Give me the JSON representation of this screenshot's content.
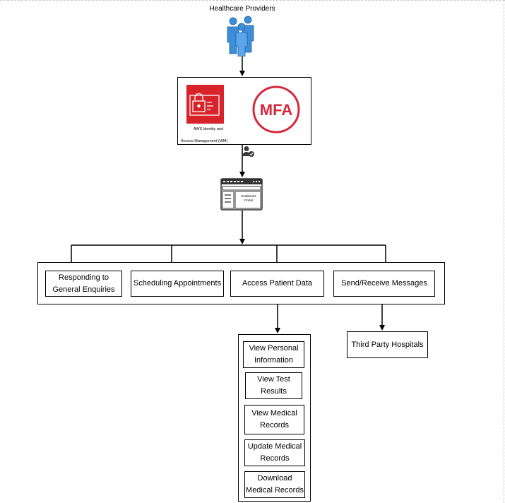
{
  "title": "Healthcare Providers",
  "iam": {
    "caption_line1": "AWS Identity and",
    "caption_line2": "Access Management (IAM)"
  },
  "mfa": {
    "label": "MFA"
  },
  "portal": {
    "line1": "Healthcare",
    "line2": "Portal"
  },
  "services": {
    "general_enquiries": "Responding to General Enquiries",
    "scheduling": "Scheduling Appointments",
    "patient_data": "Access Patient Data",
    "messages": "Send/Receive Messages"
  },
  "third_party": "Third Party Hospitals",
  "patient_actions": {
    "view_personal": "View Personal Information",
    "view_test": "View Test Results",
    "view_medical": "View Medical Records",
    "update_medical": "Update Medical Records",
    "download_medical": "Download Medical Records"
  },
  "colors": {
    "aws_red": "#d8232a",
    "mfa_red": "#d6283c",
    "people_blue": "#3c8ed8"
  },
  "icons": [
    "users-group-icon",
    "iam-credential-icon",
    "mfa-icon",
    "user-check-icon",
    "portal-window-icon"
  ]
}
